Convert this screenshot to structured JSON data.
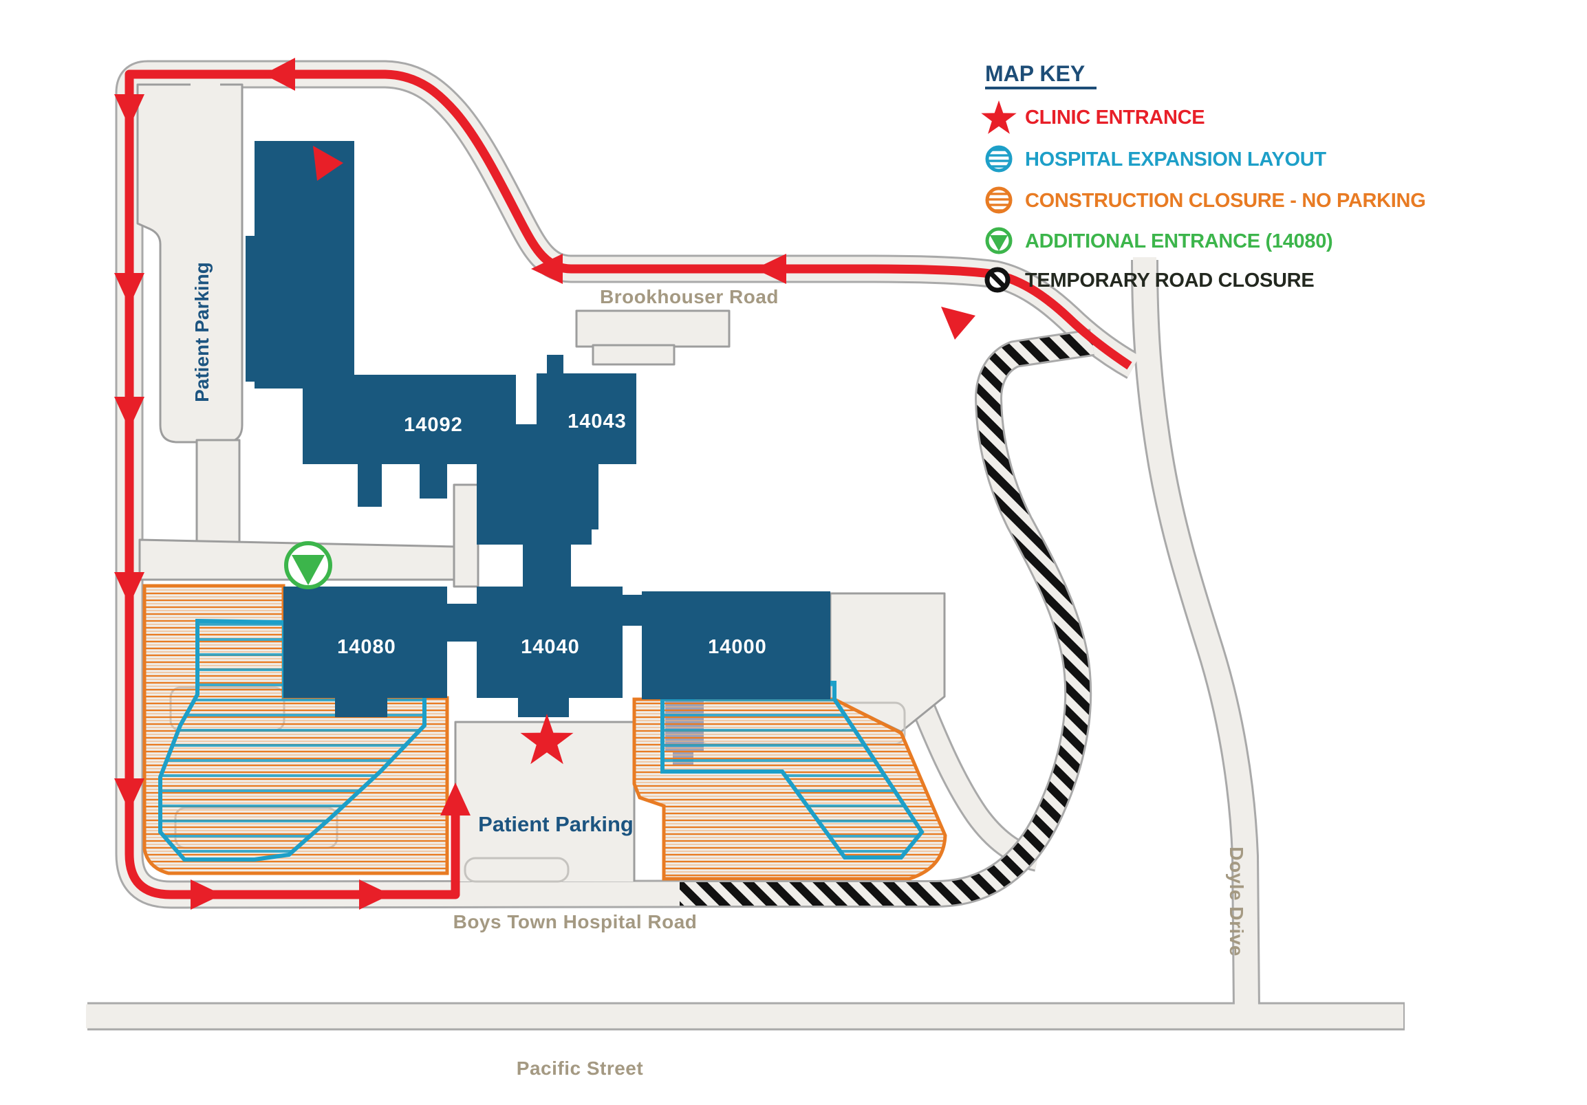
{
  "map_key": {
    "title": "MAP KEY",
    "items": [
      {
        "label": "CLINIC ENTRANCE",
        "icon": "clinic-entrance-star",
        "color": "#e81f28"
      },
      {
        "label": "HOSPITAL EXPANSION LAYOUT",
        "icon": "hospital-expansion-hatch-circle",
        "color": "#1d9fc8"
      },
      {
        "label": "CONSTRUCTION CLOSURE - NO PARKING",
        "icon": "construction-closure-hatch-circle",
        "color": "#e87b23"
      },
      {
        "label": "ADDITIONAL ENTRANCE (14080)",
        "icon": "additional-entrance-triangle-circle",
        "color": "#3cb54b"
      },
      {
        "label": "TEMPORARY ROAD CLOSURE",
        "icon": "no-entry-circle",
        "color": "#23281f"
      }
    ]
  },
  "roads": {
    "brookhouser": "Brookhouser Road",
    "boys_town": "Boys Town Hospital Road",
    "pacific": "Pacific Street",
    "doyle": "Doyle Drive"
  },
  "parking": {
    "west_label": "Patient Parking",
    "south_label": "Patient Parking"
  },
  "buildings": [
    {
      "id": "14092"
    },
    {
      "id": "14043"
    },
    {
      "id": "14080"
    },
    {
      "id": "14040"
    },
    {
      "id": "14000"
    }
  ],
  "colors": {
    "building": "#19587e",
    "route_red": "#e81f28",
    "expansion_teal": "#1d9fc8",
    "construction_orange": "#e87b23",
    "entrance_green": "#3cb54b",
    "road_fill": "#f0eeea",
    "road_border": "#a9a9a9",
    "road_label_tan": "#a49982",
    "parking_label_blue": "#1c5480",
    "key_navy": "#1d4d77",
    "closure_black": "#111111"
  }
}
